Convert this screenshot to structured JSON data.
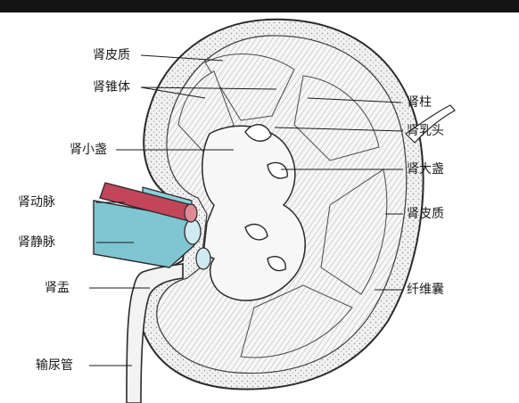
{
  "labels": {
    "renal_cortex": "肾皮质",
    "renal_pyramid": "肾锥体",
    "minor_calyx": "肾小盏",
    "renal_artery": "肾动脉",
    "renal_vein": "肾静脉",
    "renal_pelvis": "肾盂",
    "ureter": "输尿管",
    "renal_column": "肾柱",
    "renal_papilla": "肾乳头",
    "major_calyx": "肾大盏",
    "renal_cortex_right": "肾皮质",
    "fibrous_capsule": "纤维囊"
  },
  "colors": {
    "artery": "#c2455a",
    "vein": "#7fc6d2",
    "tissue": "#efefef",
    "ink": "#2a2a2a"
  }
}
